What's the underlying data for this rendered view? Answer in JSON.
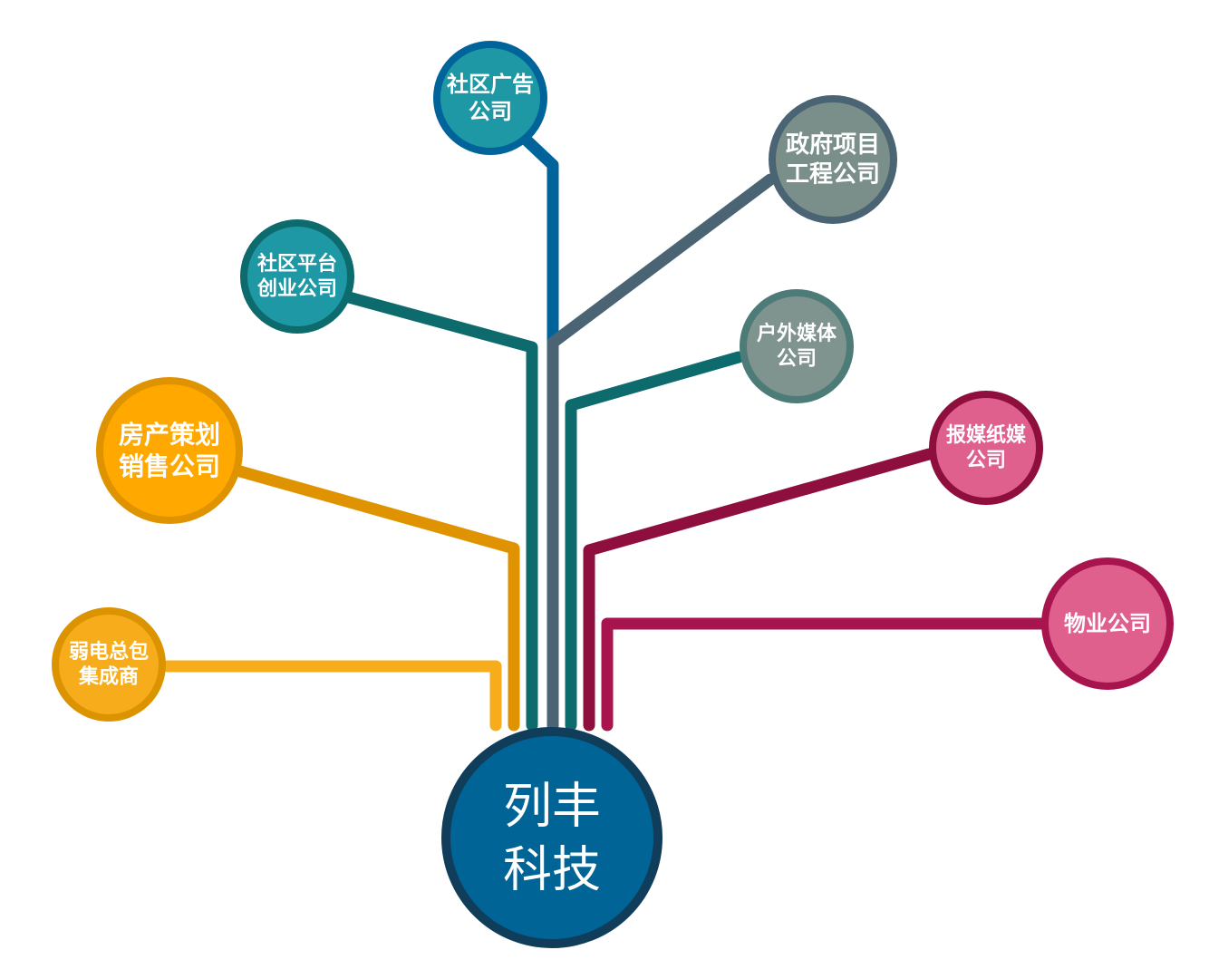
{
  "hub": {
    "lines": [
      "列丰",
      "科技"
    ],
    "fill": "#006496",
    "stroke": "#0f3d5a"
  },
  "nodes": [
    {
      "id": "community-ad",
      "lines": [
        "社区广告",
        "公司"
      ],
      "fill": "#1e98a5",
      "stroke": "#00649b",
      "branch": "#00649b"
    },
    {
      "id": "gov-project",
      "lines": [
        "政府项目",
        "工程公司"
      ],
      "fill": "#7b8f8a",
      "stroke": "#4a6474",
      "branch": "#4a6474"
    },
    {
      "id": "community-platform",
      "lines": [
        "社区平台",
        "创业公司"
      ],
      "fill": "#1e98a5",
      "stroke": "#0d6b6e",
      "branch": "#0d6b6e"
    },
    {
      "id": "outdoor-media",
      "lines": [
        "户外媒体",
        "公司"
      ],
      "fill": "#7f938f",
      "stroke": "#4d7b78",
      "branch": "#0d6b6e"
    },
    {
      "id": "real-estate",
      "lines": [
        "房产策划",
        "销售公司"
      ],
      "fill": "#fea800",
      "stroke": "#df9300",
      "branch": "#df9300"
    },
    {
      "id": "newspaper-media",
      "lines": [
        "报媒纸媒",
        "公司"
      ],
      "fill": "#df5f8d",
      "stroke": "#8e0e3e",
      "branch": "#8e0e3e"
    },
    {
      "id": "weak-current",
      "lines": [
        "弱电总包",
        "集成商"
      ],
      "fill": "#f7ad1b",
      "stroke": "#dc9300",
      "branch": "#f7ad1b"
    },
    {
      "id": "property",
      "lines": [
        "物业公司"
      ],
      "fill": "#df5f8d",
      "stroke": "#a8154e",
      "branch": "#a8154e"
    }
  ]
}
